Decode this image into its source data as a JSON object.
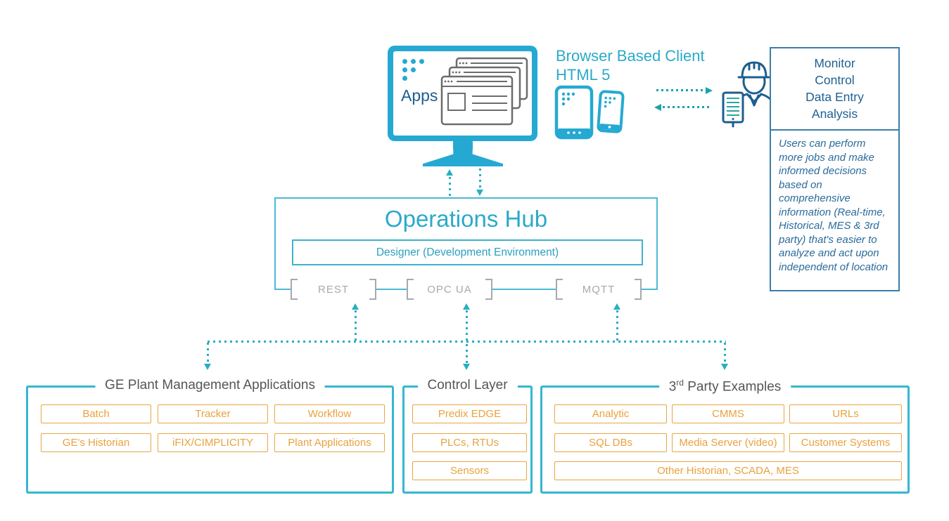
{
  "diagram": {
    "apps": {
      "label": "Apps"
    },
    "client": {
      "line1": "Browser Based Client",
      "line2": "HTML 5"
    },
    "user_panel": {
      "capabilities": [
        "Monitor",
        "Control",
        "Data Entry",
        "Analysis"
      ],
      "description": "Users can perform more jobs and make informed decisions based on comprehensive information (Real-time, Historical, MES & 3rd party) that's easier to analyze and act upon independent of location"
    },
    "hub": {
      "title": "Operations Hub",
      "designer": "Designer (Development Environment)",
      "connectors": [
        "REST",
        "OPC UA",
        "MQTT"
      ]
    },
    "groups": [
      {
        "title": "GE Plant Management Applications",
        "items": [
          "Batch",
          "Tracker",
          "Workflow",
          "GE's Historian",
          "iFIX/CIMPLICITY",
          "Plant Applications"
        ]
      },
      {
        "title": "Control Layer",
        "items": [
          "Predix EDGE",
          "PLCs, RTUs",
          "Sensors"
        ]
      },
      {
        "title": "3rd Party Examples",
        "title_num": "3",
        "title_sup": "rd",
        "title_rest": " Party Examples",
        "items": [
          "Analytic",
          "CMMS",
          "URLs",
          "SQL DBs",
          "Media Server (video)",
          "Customer Systems",
          "Other Historian, SCADA, MES"
        ]
      }
    ],
    "icons": {
      "monitor": "monitor-icon",
      "app_grid": "app-grid-icon",
      "browser_windows": "browser-windows-icon",
      "tablet": "tablet-icon",
      "phone": "phone-icon",
      "worker": "worker-clipboard-icon"
    },
    "colors": {
      "cyan": "#25a9d3",
      "cyan_border": "#35b7cf",
      "teal_dots": "#28aec2",
      "teal_arrow": "#18a2ae",
      "orange": "#e8a23e",
      "dark_blue": "#1f6092",
      "gray_text": "#55565a",
      "gray_bracket": "#a7a9ac",
      "panel_border": "#3b7ea8"
    }
  }
}
